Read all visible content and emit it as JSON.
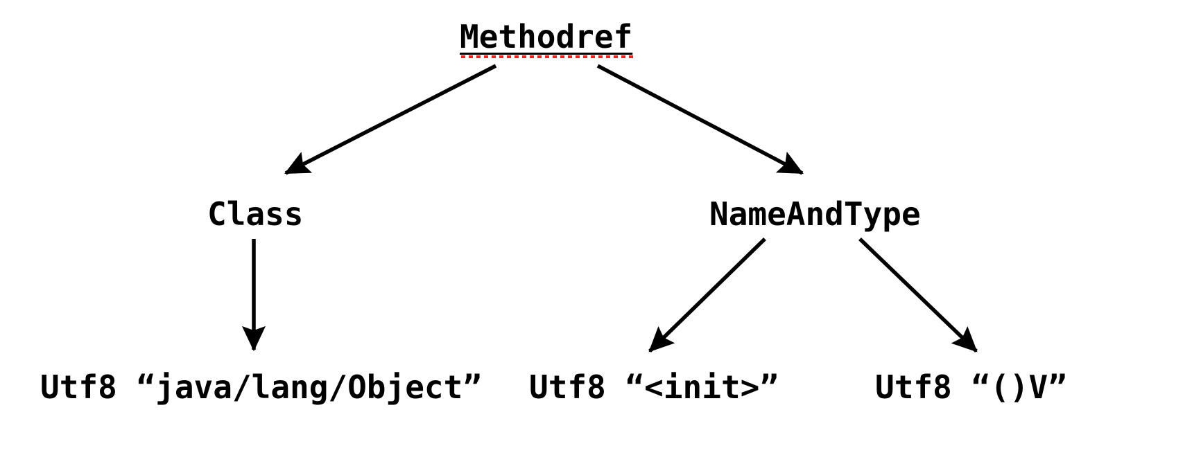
{
  "diagram": {
    "title": "Methodref constant pool reference tree",
    "background_color": "#ffffff",
    "text_color": "#000000",
    "spellcheck_underline_color": "#e8251c",
    "arrow_color": "#000000",
    "nodes": {
      "root": {
        "label": "Methodref",
        "underlined": "true",
        "spellcheck_marked": "true"
      },
      "mid_left": {
        "label": "Class"
      },
      "mid_right": {
        "label": "NameAndType"
      },
      "leaf_1": {
        "label": "Utf8 “java/lang/Object”"
      },
      "leaf_2": {
        "label": "Utf8 “<init>”"
      },
      "leaf_3": {
        "label": "Utf8 “()V”"
      }
    },
    "edges": [
      {
        "from": "Methodref",
        "to": "Class",
        "direction": "down-left"
      },
      {
        "from": "Methodref",
        "to": "NameAndType",
        "direction": "down-right"
      },
      {
        "from": "Class",
        "to": "Utf8 “java/lang/Object”",
        "direction": "down"
      },
      {
        "from": "NameAndType",
        "to": "Utf8 “<init>”",
        "direction": "down-left"
      },
      {
        "from": "NameAndType",
        "to": "Utf8 “()V”",
        "direction": "down-right"
      }
    ]
  }
}
